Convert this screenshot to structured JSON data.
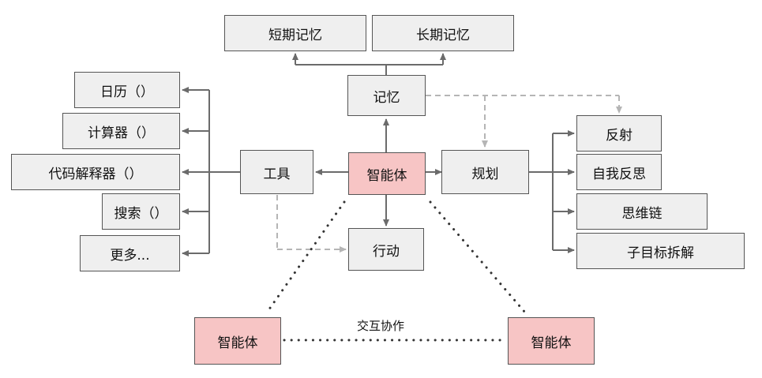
{
  "colors": {
    "box_fill": "#efefef",
    "agent_fill": "#f7c5c5",
    "border": "#555555",
    "edge": "#6b6b6b",
    "dashed_edge": "#b5b5b5",
    "dotted_edge": "#333333"
  },
  "nodes": {
    "short_term_memory": "短期记忆",
    "long_term_memory": "长期记忆",
    "memory": "记忆",
    "calendar": "日历（）",
    "calculator": "计算器（）",
    "code_interpreter": "代码解释器（）",
    "search": "搜索（）",
    "more": "更多...",
    "tools": "工具",
    "agent_center": "智能体",
    "planning": "规划",
    "action": "行动",
    "reflection": "反射",
    "self_critique": "自我反思",
    "chain_of_thought": "思维链",
    "subgoal_decomposition": "子目标拆解",
    "agent_left": "智能体",
    "agent_right": "智能体"
  },
  "edge_labels": {
    "collaboration": "交互协作"
  }
}
